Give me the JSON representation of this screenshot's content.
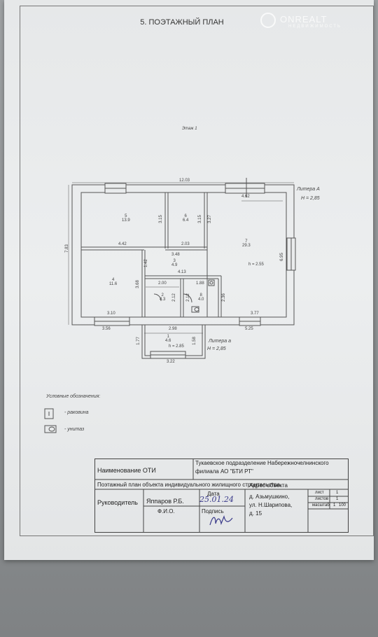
{
  "watermark": {
    "brand": "ONREALT",
    "tagline": "НЕДВИЖИМОСТЬ"
  },
  "page_title": "5. ПОЭТАЖНЫЙ ПЛАН",
  "floor_label": "Этаж 1",
  "plan": {
    "overall_top": "12.03",
    "right_top": "4.62",
    "left_height": "7.83",
    "litera_a": "Литера А",
    "litera_a_h": "H = 2,85",
    "litera_a2": "Литера а",
    "litera_a2_h": "H = 2,85",
    "rooms": [
      {
        "num": "5",
        "area": "13.9"
      },
      {
        "num": "6",
        "area": "6.4"
      },
      {
        "num": "7",
        "area": "29.3"
      },
      {
        "num": "3",
        "area": "4.9"
      },
      {
        "num": "4",
        "area": "11.6"
      },
      {
        "num": "2",
        "area": "4.3"
      },
      {
        "num": "8",
        "area": "4.0"
      },
      {
        "num": "1",
        "area": "4.6"
      }
    ],
    "dims": {
      "d315a": "3.15",
      "d315b": "3.15",
      "d327": "3.27",
      "d442": "4.42",
      "d203": "2.03",
      "d348": "3.48",
      "d142": "1.42",
      "d368": "3.68",
      "d200": "2.00",
      "d188": "1.88",
      "d212a": "2.12",
      "d212b": "2.12",
      "d236": "2.36",
      "d310": "3.10",
      "d377": "3.77",
      "d413": "4.13",
      "d695": "6.95",
      "d356": "3.56",
      "d298": "2.98",
      "d525": "5.25",
      "d177": "1.77",
      "d158": "1.58",
      "d322": "3.22"
    },
    "h_room7": "h = 2.55",
    "h_room1": "h = 2.85"
  },
  "legend": {
    "heading": "Условные обозначения:",
    "items": [
      {
        "label": "- раковина"
      },
      {
        "label": "- унитаз"
      }
    ]
  },
  "stamp": {
    "oti_label": "Наименование ОТИ",
    "oti_value_1": "Тукаевское подразделение Набережночелнинского",
    "oti_value_2": "филиала АО \"БТИ РТ\"",
    "object_desc": "Поэтажный план объекта  индивидуального жилищного строительства",
    "head_label": "Руководитель",
    "head_name": "Яппаров Р.Б.",
    "fio_label": "Ф.И.О.",
    "date_label": "Дата",
    "date_value": "25.01.24",
    "sign_label": "Подпись",
    "addr_label": "Адрес объекта",
    "addr_1": "д. Азьмушкино,",
    "addr_2": "ул. Н.Шарипова,",
    "addr_3": "д. 15",
    "sheet_label": "лист",
    "sheet_value": "1",
    "sheets_label": "листов",
    "sheets_value": "1",
    "scale_label": "масштаб",
    "scale_a": "1",
    "scale_b": "100"
  }
}
